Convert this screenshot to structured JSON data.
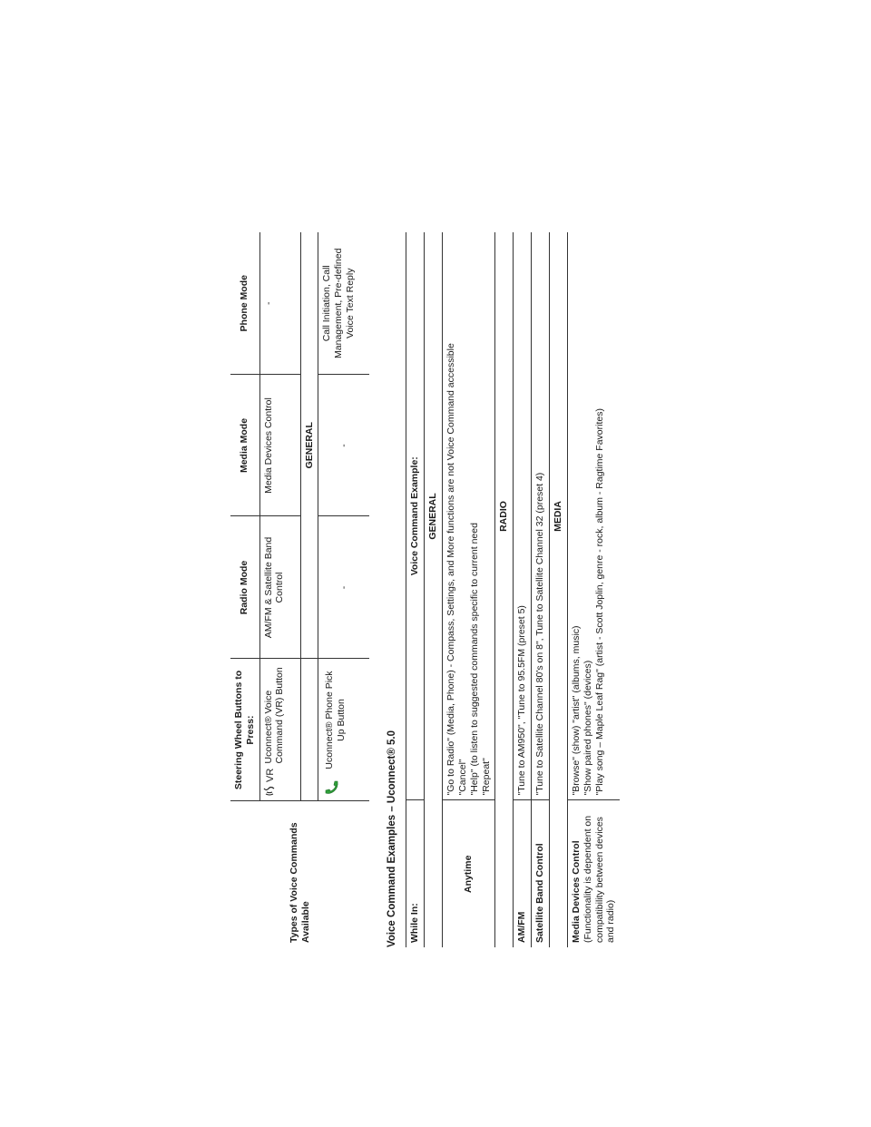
{
  "types_table": {
    "row_label_line1": "Types of Voice Commands",
    "row_label_line2": "Available",
    "headers": {
      "buttons": "Steering Wheel Buttons to Press:",
      "radio": "Radio Mode",
      "media": "Media Mode",
      "phone": "Phone Mode"
    },
    "vr_row": {
      "icon": "voice-recognition-icon",
      "icon_text": "VR",
      "button_label": "Uconnect® Voice Command (VR) Button",
      "radio": "AM/FM & Satellite Band Control",
      "media": "Media Devices Control",
      "phone": "-"
    },
    "general_label": "GENERAL",
    "phone_row": {
      "icon": "phone-icon",
      "button_label": "Uconnect® Phone Pick Up Button",
      "radio": "-",
      "media": "-",
      "phone": "Call Initiation, Call Management, Pre-defined Voice Text Reply"
    }
  },
  "section_title": "Voice Command Examples – Uconnect® 5.0",
  "examples_table": {
    "header_while": "While In:",
    "header_example": "Voice Command Example:",
    "general_label": "GENERAL",
    "anytime": {
      "label": "Anytime",
      "lines": [
        "\"Go to Radio\" (Media, Phone) - Compass, Settings, and More functions are not Voice Command accessible",
        "\"Cancel\"",
        "\"Help\" (to listen to suggested commands specific to current need",
        "\"Repeat\""
      ]
    },
    "radio_label": "RADIO",
    "amfm": {
      "label": "AM/FM",
      "text": "\"Tune to AM950\", \"Tune to 95.5FM (preset 5)"
    },
    "satellite": {
      "label": "Satellite Band Control",
      "text": "\"Tune to Satellite Channel 80's on 8\", Tune to Satellite Channel 32 (preset 4)"
    },
    "media_label": "MEDIA",
    "media_devices": {
      "label_bold": "Media Devices Control",
      "label_rest": " (Functionality is dependent on compatibility between devices and radio)",
      "lines": [
        "\"Browse\" (show) \"artist\" (albums, music)",
        "\"Show paired phones\" (devices)",
        "\"Play song – Maple Leaf Rag\" (artist - Scott Joplin, genre - rock, album - Ragtime Favorites)"
      ]
    }
  }
}
